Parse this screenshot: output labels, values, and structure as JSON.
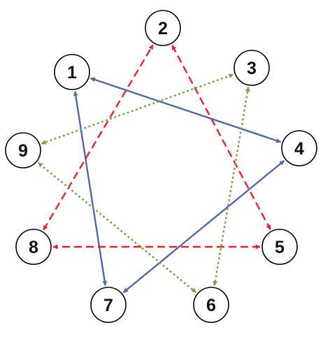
{
  "colors": {
    "solid": "#5068aa",
    "dashed": "#e8212b",
    "dotted": "#76a045",
    "node_fill": "#ffffff",
    "node_stroke": "#000000"
  },
  "nodes": [
    {
      "id": "1",
      "label": "1"
    },
    {
      "id": "2",
      "label": "2"
    },
    {
      "id": "3",
      "label": "3"
    },
    {
      "id": "4",
      "label": "4"
    },
    {
      "id": "5",
      "label": "5"
    },
    {
      "id": "6",
      "label": "6"
    },
    {
      "id": "7",
      "label": "7"
    },
    {
      "id": "8",
      "label": "8"
    },
    {
      "id": "9",
      "label": "9"
    }
  ],
  "edges": [
    {
      "from": "1",
      "to": "4",
      "style": "solid",
      "arrows": "both"
    },
    {
      "from": "4",
      "to": "7",
      "style": "solid",
      "arrows": "both"
    },
    {
      "from": "7",
      "to": "1",
      "style": "solid",
      "arrows": "both"
    },
    {
      "from": "2",
      "to": "5",
      "style": "dashed",
      "arrows": "both"
    },
    {
      "from": "5",
      "to": "8",
      "style": "dashed",
      "arrows": "both"
    },
    {
      "from": "8",
      "to": "2",
      "style": "dashed",
      "arrows": "both"
    },
    {
      "from": "3",
      "to": "6",
      "style": "dotted",
      "arrows": "both"
    },
    {
      "from": "6",
      "to": "9",
      "style": "dotted",
      "arrows": "both"
    },
    {
      "from": "9",
      "to": "3",
      "style": "dotted",
      "arrows": "both"
    }
  ]
}
